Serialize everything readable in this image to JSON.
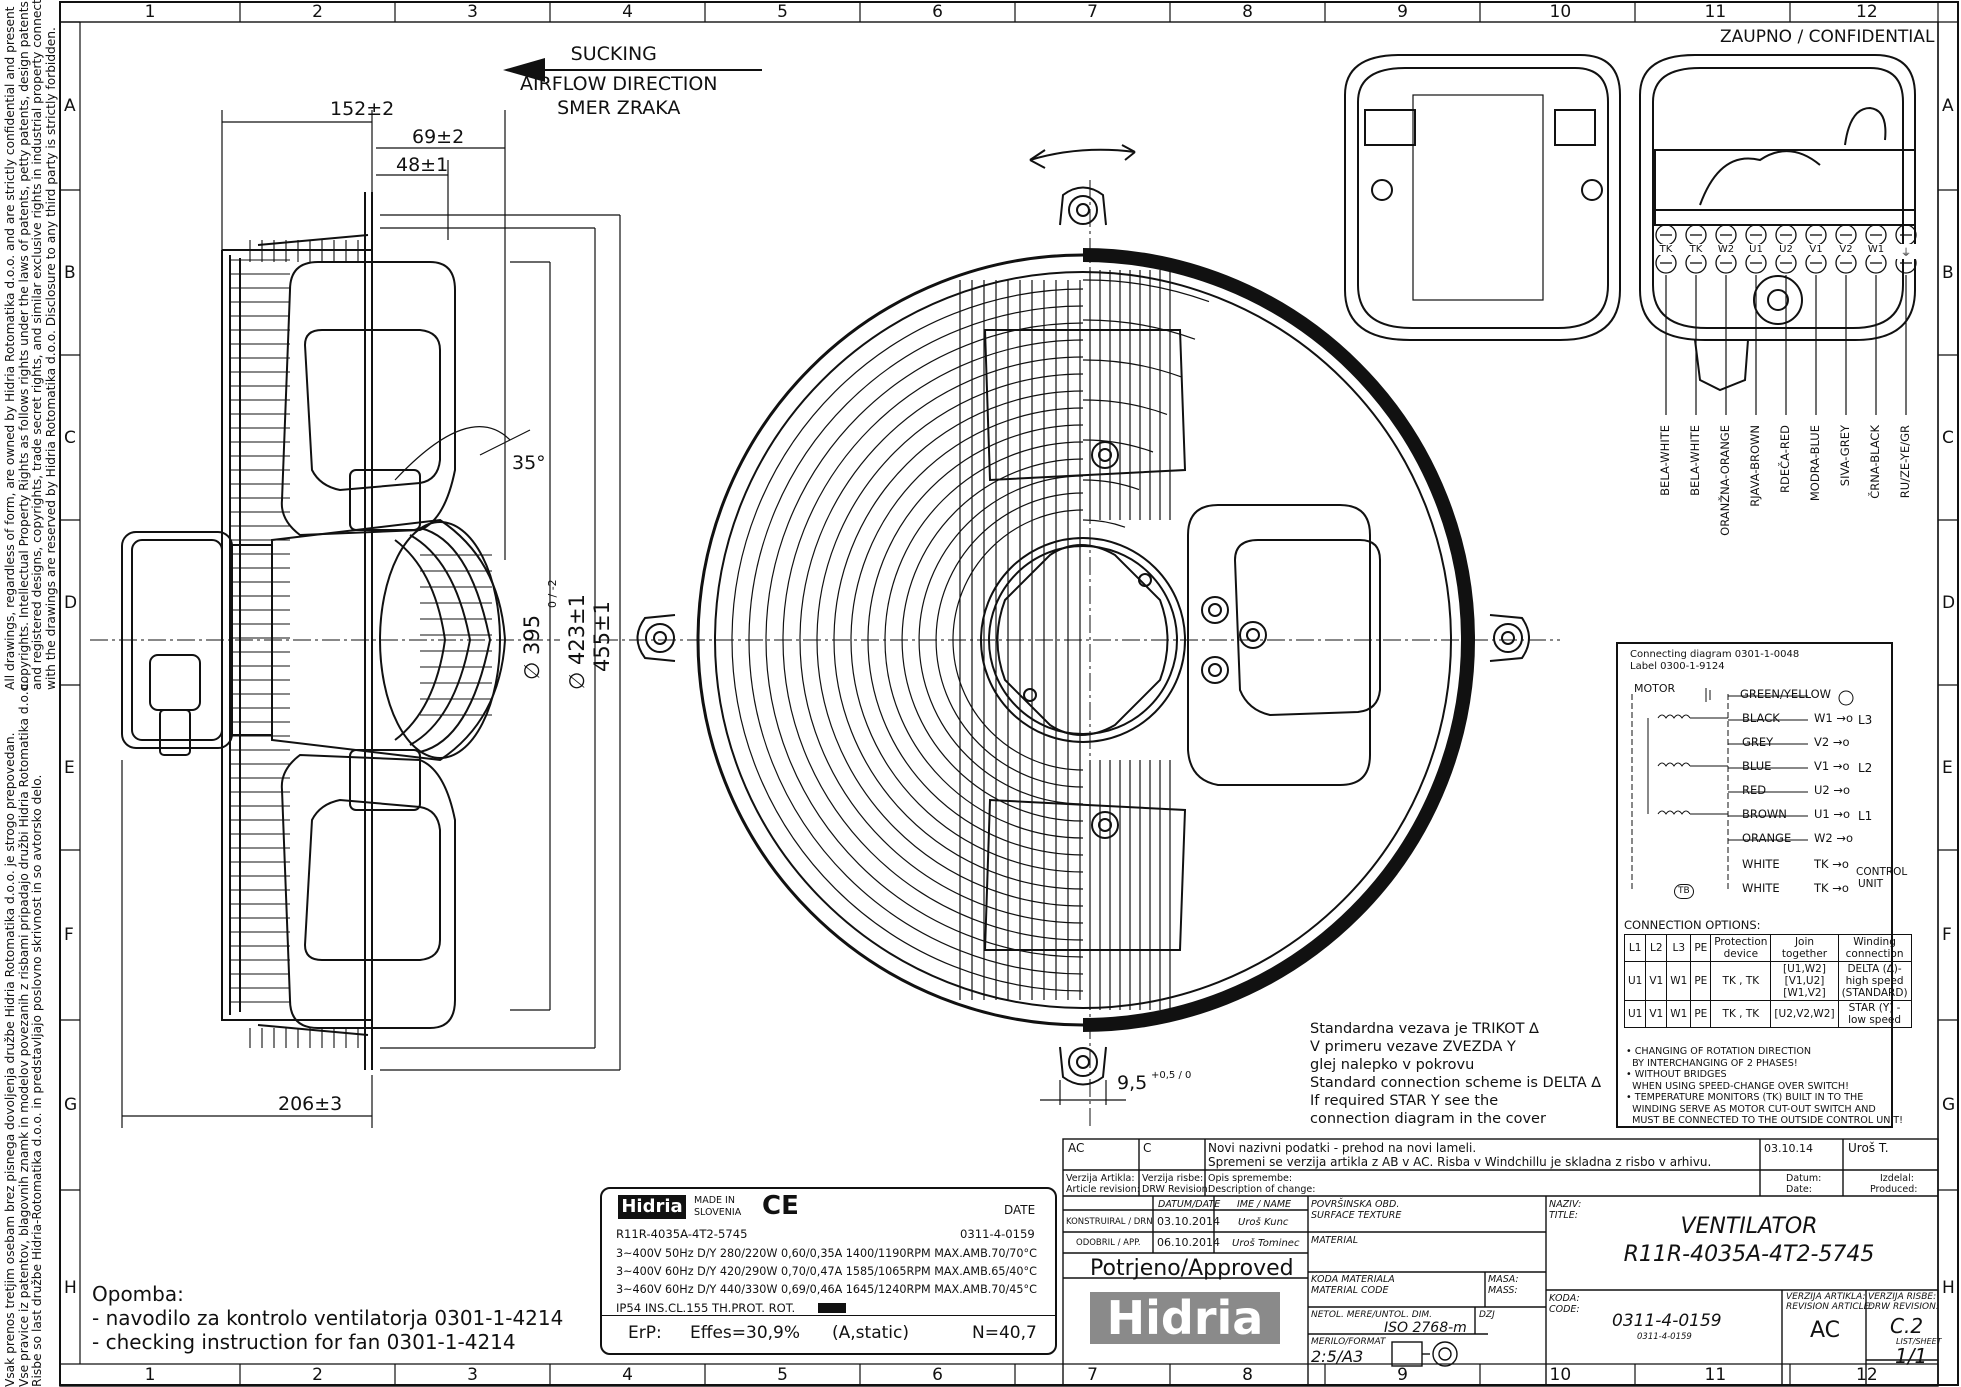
{
  "confidential": "ZAUPNO / CONFIDENTIAL",
  "grid": {
    "columns": [
      "1",
      "2",
      "3",
      "4",
      "5",
      "6",
      "7",
      "8",
      "9",
      "10",
      "11",
      "12"
    ],
    "rows": [
      "A",
      "B",
      "C",
      "D",
      "E",
      "F",
      "G",
      "H"
    ]
  },
  "side_text_en": [
    "All drawings, regardless of form, are owned by Hidria Rotomatika d.o.o. and are strictly confidential and present",
    "copyrights. Intellectual Property Rights as follows rights under the laws of patents, petty patents, design patents",
    "and registered designs, copyrights, trade secret rights, and similar exclusive rights in industrial property connected",
    "with the drawings are reserved by Hidria Rotomatika d.o.o. Disclosure to any third party is strictly forbidden."
  ],
  "side_text_si": [
    "Risbe so last družbe Hidria-Rotomatika d.o.o. in predstavljajo poslovno skrivnost in so avtorsko delo.",
    "Vse pravice iz patentov, blagovnih znamk in modelov povezanih z risbami pripadajo družbi Hidria Rotomatika d.o.o.",
    "Vsak prenos tretjim osebam brez pisnega dovoljenja družbe Hidria Rotomatika d.o.o. je strogo prepovedan."
  ],
  "airflow": {
    "line1": "SUCKING",
    "line2": "AIRFLOW DIRECTION",
    "line3": "SMER ZRAKA"
  },
  "dimensions": {
    "d152": "152±2",
    "d69": "69±2",
    "d48": "48±1",
    "angle": "35°",
    "d395": "∅ 395",
    "d395_tol": "0 / -2",
    "d423": "∅ 423±1",
    "d455": "455±1",
    "d206": "206±3",
    "d95": "9,5",
    "d95_tol": "+0,5 / 0"
  },
  "wire_colors": [
    "BELA-WHITE",
    "BELA-WHITE",
    "ORANŽNA-ORANGE",
    "RJAVA-BROWN",
    "RDEČA-RED",
    "MODRA-BLUE",
    "SIVA-GREY",
    "ČRNA-BLACK",
    "RU/ZE-YE/GR"
  ],
  "terminals": [
    "TK",
    "TK",
    "W2",
    "U1",
    "U2",
    "V1",
    "V2",
    "W1",
    "⏚"
  ],
  "wiring": {
    "header1": "Connecting diagram 0301-1-0048",
    "header2": "Label 0300-1-9124",
    "motor": "MOTOR",
    "wires": [
      "GREEN/YELLOW",
      "BLACK",
      "GREY",
      "BLUE",
      "RED",
      "BROWN",
      "ORANGE",
      "WHITE",
      "WHITE"
    ],
    "terms": [
      "W1",
      "V2",
      "V1",
      "U2",
      "U1",
      "W2",
      "TK",
      "TK"
    ],
    "groups": [
      "L3",
      "L2",
      "L1"
    ],
    "control": "CONTROL",
    "unit": "UNIT",
    "tb": "TB",
    "options_title": "CONNECTION OPTIONS:",
    "headers": [
      "L1",
      "L2",
      "L3",
      "PE",
      "Protection device",
      "Join together",
      "Winding connection"
    ],
    "row1": [
      "U1",
      "V1",
      "W1",
      "PE",
      "TK , TK",
      "[U1,W2] [V1,U2] [W1,V2]",
      "DELTA (∆)- high speed (STANDARD)"
    ],
    "row2": [
      "U1",
      "V1",
      "W1",
      "PE",
      "TK , TK",
      "[U2,V2,W2]",
      "STAR (Y) - low speed"
    ],
    "bullets": [
      "• CHANGING OF ROTATION DIRECTION",
      "  BY INTERCHANGING OF 2 PHASES!",
      "• WITHOUT BRIDGES",
      "  WHEN USING SPEED-CHANGE OVER SWITCH!",
      "• TEMPERATURE MONITORS (TK) BUILT IN TO THE",
      "  WINDING SERVE AS MOTOR CUT-OUT SWITCH AND",
      "  MUST BE CONNECTED TO THE OUTSIDE CONTROL UNIT!"
    ]
  },
  "standard_note": [
    "Standardna vezava je TRIKOT ∆",
    "V primeru vezave ZVEZDA Y",
    "glej nalepko v pokrovu",
    "Standard connection scheme is DELTA ∆",
    "If required STAR Y  see the",
    "connection diagram in the cover"
  ],
  "opomba": [
    "Opomba:",
    "- navodilo za kontrolo ventilatorja 0301-1-4214",
    "- checking instruction for fan 0301-1-4214"
  ],
  "plate": {
    "brand": "Hidria",
    "made_in": "MADE IN",
    "slovenia": "SLOVENIA",
    "ce": "CE",
    "date": "DATE",
    "model": "R11R-4035A-4T2-5745",
    "code": "0311-4-0159",
    "lines": [
      "3~400V 50Hz D/Y 280/220W 0,60/0,35A 1400/1190RPM MAX.AMB.70/70°C",
      "3~400V 60Hz D/Y 420/290W 0,70/0,47A 1585/1065RPM MAX.AMB.65/40°C",
      "3~460V 60Hz D/Y 440/330W 0,69/0,46A 1645/1240RPM MAX.AMB.70/45°C",
      "IP54  INS.CL.155  TH.PROT. ROT."
    ],
    "erp": "ErP:",
    "effes": "Effes=30,9%",
    "astatic": "(A,static)",
    "n": "N=40,7"
  },
  "title_block": {
    "rev": "AC",
    "rev_c": "C",
    "change1": "Novi nazivni podatki - prehod na novi lameli.",
    "change2": "Spremeni se verzija artikla z AB v AC. Risba v Windchillu je skladna z risbo v arhivu.",
    "change_date": "03.10.14",
    "change_name": "Uroš T.",
    "verzija_artikla": "Verzija Artikla:",
    "article_revision": "Article revision:",
    "verzija_risbe": "Verzija risbe:",
    "drw_revision": "DRW Revision:",
    "opis": "Opis spremembe:",
    "description": "Description of change:",
    "datum": "Datum:",
    "date": "Date:",
    "izdelal": "Izdelal:",
    "produced": "Produced:",
    "datum_date": "DATUM/DATE",
    "ime_name": "IME / NAME",
    "konstruiral": "KONSTRUIRAL / DRN",
    "konstruiral_date": "03.10.2014",
    "konstruiral_name": "Uroš Kunc",
    "odobril": "ODOBRIL / APP.",
    "odobril_date": "06.10.2014",
    "odobril_name": "Uroš Tominec",
    "povrsinska": "POVRŠINSKA OBD.",
    "surface": "SURFACE TEXTURE",
    "material": "MATERIAL",
    "koda_materiala": "KODA MATERIALA",
    "material_code": "MATERIAL CODE",
    "masa": "MASA:",
    "mass": "MASS:",
    "approved": "Potrjeno/Approved",
    "netol": "NETOL. MERE/UNTOL. DIM.",
    "iso": "ISO 2768-m",
    "dzj": "DZJ",
    "merilo": "MERILO/FORMAT",
    "scale": "2:5/A3",
    "naziv": "NAZIV:",
    "title_lbl": "TITLE:",
    "title1": "VENTILATOR",
    "title2": "R11R-4035A-4T2-5745",
    "koda": "KODA:",
    "code_lbl": "CODE:",
    "code": "0311-4-0159",
    "code_small": "0311-4-0159",
    "va_lbl1": "VERZIJA ARTIKLA:",
    "va_lbl2": "REVISION ARTICLE:",
    "va": "AC",
    "vr_lbl1": "VERZIJA RISBE:",
    "vr_lbl2": "DRW REVISION:",
    "vr": "C.2",
    "list": "LIST/SHEET",
    "sheet": "1/1",
    "logo": "Hidria"
  }
}
